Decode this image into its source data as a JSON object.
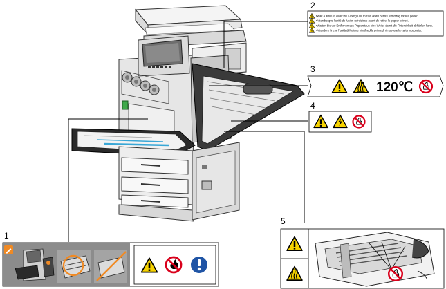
{
  "callouts": [
    {
      "number": "1"
    },
    {
      "number": "2"
    },
    {
      "number": "3"
    },
    {
      "number": "4"
    },
    {
      "number": "5"
    }
  ],
  "label2": {
    "lines": [
      "•Wait a while to allow the Fusing Unit to cool down before removing misfed paper.",
      "•Attendre que l'unité de fusion refroidisse avant de retirer le papier coincé.",
      "•Warten Sie vor Entfernen des Papierstaus eine Weile, damit die Fixiereinheit abkühlen kann.",
      "•Attendere finché l'unità di fusione si raffredda prima di rimuovere la carta inceppata."
    ]
  },
  "label3": {
    "temperature": "120℃"
  },
  "colors": {
    "warning_yellow": "#f6d200",
    "prohibition_red": "#d9001b",
    "mandatory_blue": "#1f54a5",
    "highlight_orange": "#f08a24",
    "label_gray": "#8c8c8c"
  }
}
